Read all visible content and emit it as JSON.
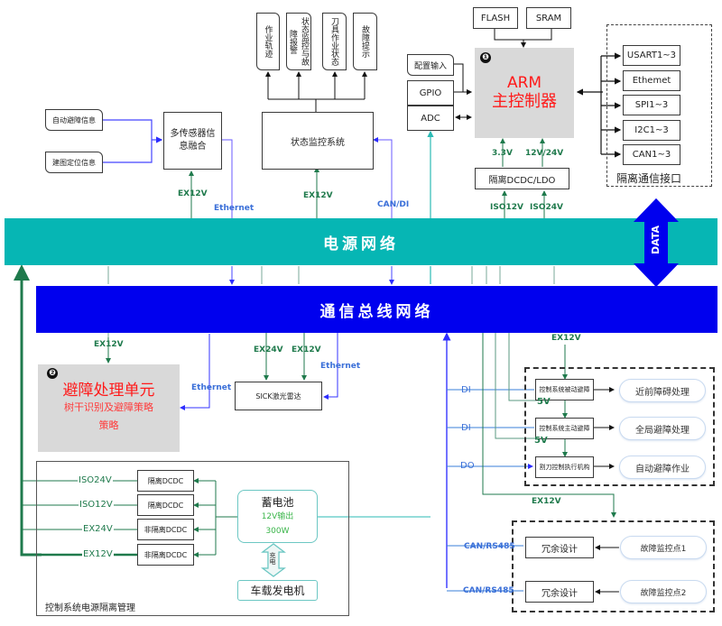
{
  "top_outputs": [
    "作业轨迹",
    "状态监控与故障报警",
    "刀具作业状态",
    "故障提示"
  ],
  "memory": {
    "flash": "FLASH",
    "sram": "SRAM"
  },
  "inputs": {
    "config": "配置输入",
    "gpio": "GPIO",
    "adc": "ADC"
  },
  "arm": {
    "badge": "❶",
    "line1": "ARM",
    "line2": "主控制器"
  },
  "arm_power": {
    "v1": "3.3V",
    "v2": "12V/24V",
    "converter": "隔离DCDC/LDO",
    "iso12": "ISO12V",
    "iso24": "ISO24V"
  },
  "comm_interface": {
    "title": "隔离通信接口",
    "items": [
      "USART1~3",
      "Ethemet",
      "SPI1~3",
      "I2C1~3",
      "CAN1~3"
    ]
  },
  "sensor": {
    "inputs": [
      "自动避障信息",
      "建图定位信息"
    ],
    "fusion": "多传感器信息融合",
    "power": "EX12V",
    "link": "Ethernet"
  },
  "monitor": {
    "title": "状态监控系统",
    "power": "EX12V",
    "link": "CAN/DI"
  },
  "buses": {
    "power": "电源网络",
    "comm": "通信总线网络",
    "data": "DATA"
  },
  "obstacle_unit": {
    "badge": "❷",
    "title": "避障处理单元",
    "sub1": "树干识别及避障策略",
    "sub2": "策略",
    "power": "EX12V",
    "link": "Ethernet"
  },
  "lidar": {
    "title": "SICK激光雷达",
    "power1": "EX24V",
    "power2": "EX12V",
    "link": "Ethernet"
  },
  "control_group": {
    "power": "EX12V",
    "rows": [
      {
        "signal": "DI",
        "block": "控制系统被动避障",
        "result": "近前障碍处理",
        "aux": "5V"
      },
      {
        "signal": "DI",
        "block": "控制系统主动避障",
        "result": "全局避障处理",
        "aux": "5V"
      },
      {
        "signal": "DO",
        "block": "割刀控制执行机构",
        "result": "自动避障作业",
        "aux": ""
      }
    ]
  },
  "redundancy": {
    "power": "EX12V",
    "rows": [
      {
        "signal": "CAN/RS485",
        "block": "冗余设计",
        "point": "故障监控点1"
      },
      {
        "signal": "CAN/RS485",
        "block": "冗余设计",
        "point": "故障监控点2"
      }
    ]
  },
  "power_mgmt": {
    "title": "控制系统电源隔离管理",
    "rails": [
      {
        "label": "ISO24V",
        "converter": "隔离DCDC"
      },
      {
        "label": "ISO12V",
        "converter": "隔离DCDC"
      },
      {
        "label": "EX24V",
        "converter": "非隔离DCDC"
      },
      {
        "label": "EX12V",
        "converter": "非隔离DCDC"
      }
    ],
    "battery": {
      "title": "蓄电池",
      "output": "12V输出",
      "power": "300W"
    },
    "charge": "充电",
    "generator": "车载发电机"
  },
  "colors": {
    "power_bus": "#06b6b4",
    "comm_bus": "#0000ee",
    "power_line": "#1f7a4c",
    "signal_line": "#5a5aff",
    "accent": "#ff1a1a"
  }
}
